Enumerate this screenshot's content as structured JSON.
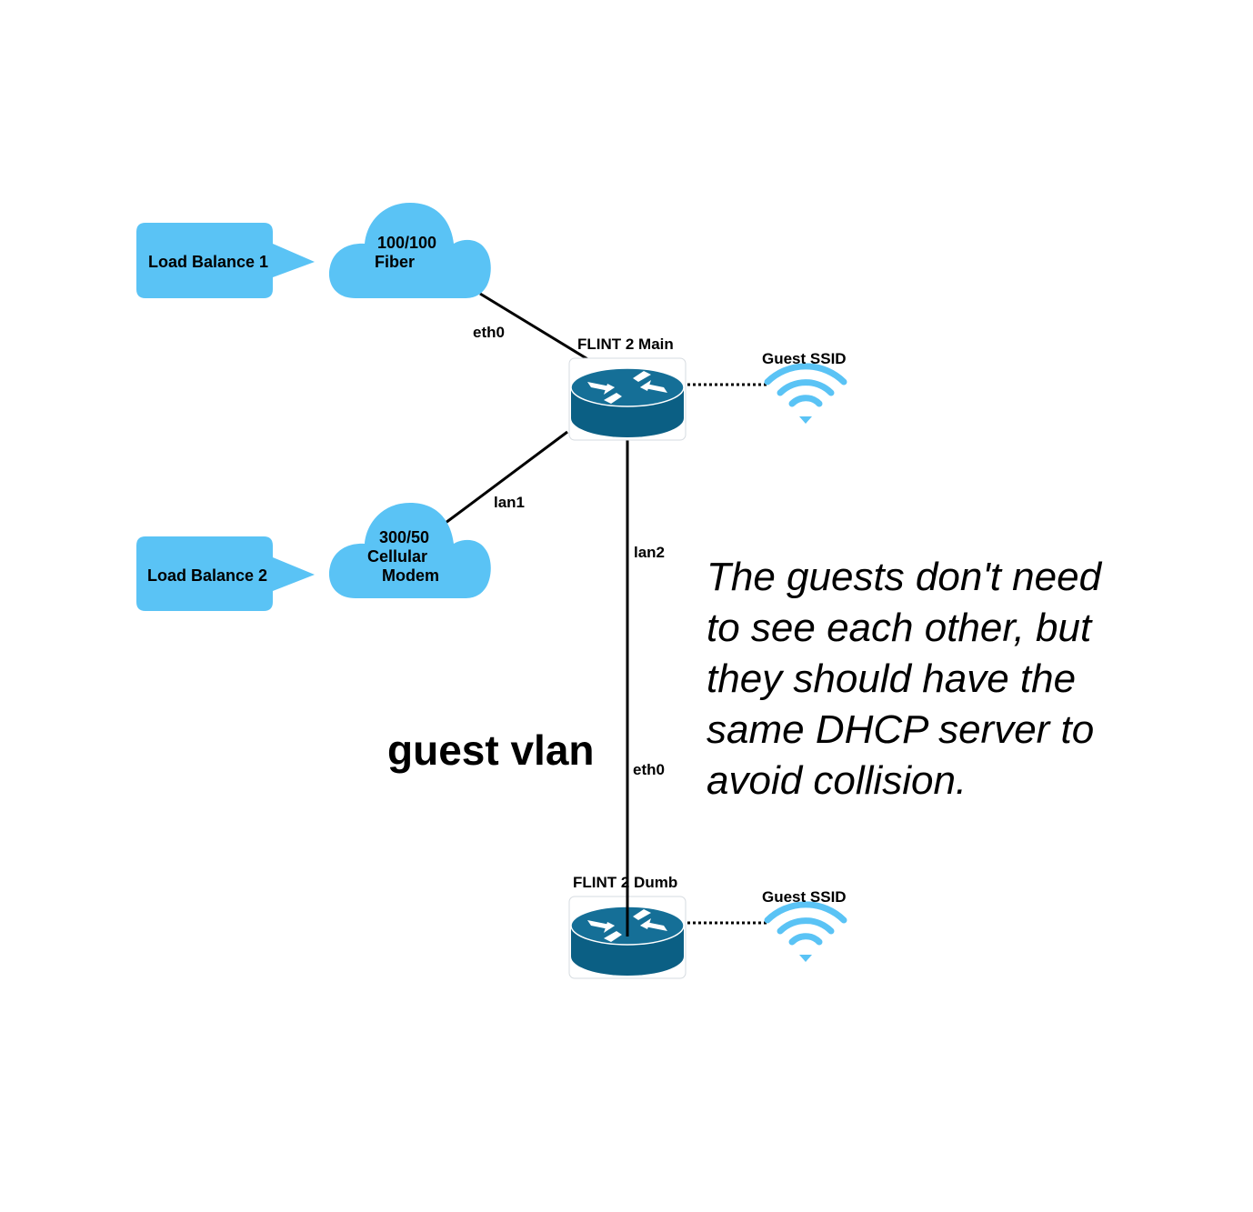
{
  "callouts": {
    "lb1": "Load Balance 1",
    "lb2": "Load Balance 2"
  },
  "clouds": {
    "fiber": {
      "line1": "100/100",
      "line2": "Fiber"
    },
    "cellular": {
      "line1": "300/50",
      "line2": "Cellular",
      "line3": "Modem"
    }
  },
  "routers": {
    "main": "FLINT 2 Main",
    "dumb": "FLINT 2 Dumb"
  },
  "ssids": {
    "main": "Guest SSID",
    "dumb": "Guest SSID"
  },
  "links": {
    "fiber_port": "eth0",
    "cellular_port": "lan1",
    "main_to_dumb_port": "lan2",
    "dumb_port": "eth0"
  },
  "vlan_label": "guest vlan",
  "note": {
    "line1": "The guests don't need",
    "line2": "to see each other, but",
    "line3": "they should have the",
    "line4": "same DHCP server to",
    "line5": "avoid collision."
  },
  "colors": {
    "cloud": "#5AC3F5",
    "router": "#0B5F84",
    "router_top": "#156F97",
    "wifi": "#5AC3F5"
  }
}
